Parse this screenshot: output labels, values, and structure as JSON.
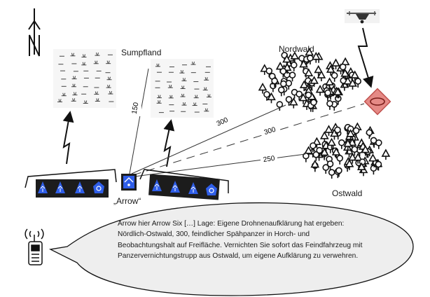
{
  "labels": {
    "sumpfland": "Sumpfland",
    "nordwald": "Nordwald",
    "ostwald": "Ostwald",
    "arrow_unit": "„Arrow“"
  },
  "distances": {
    "north_line": "150",
    "nordwald_line": "300",
    "target_line": "300",
    "ostwald_line": "250"
  },
  "message": "Arrow hier Arrow Six […] Lage: Eigene Drohnenaufklärung hat ergeben: Nördlich-Ostwald, 300, feindlicher Spähpanzer in Horch- und Beobachtungshalt auf Freifläche. Vernichten Sie sofort das Feindfahrzeug mit Panzervernichtungstrupp aus Ostwald, um eigene Aufklärung zu verwehren.",
  "colors": {
    "unit_bg": "#1c1c1c",
    "unit_symbol": "#2f5ee8",
    "enemy_fill": "#e58a86",
    "enemy_stroke": "#c0504d",
    "bubble_fill": "#eeeeee"
  },
  "icons": [
    "north-arrow-icon",
    "drone-icon",
    "radio-icon",
    "enemy-vehicle-icon",
    "unit-symbol-icon"
  ]
}
